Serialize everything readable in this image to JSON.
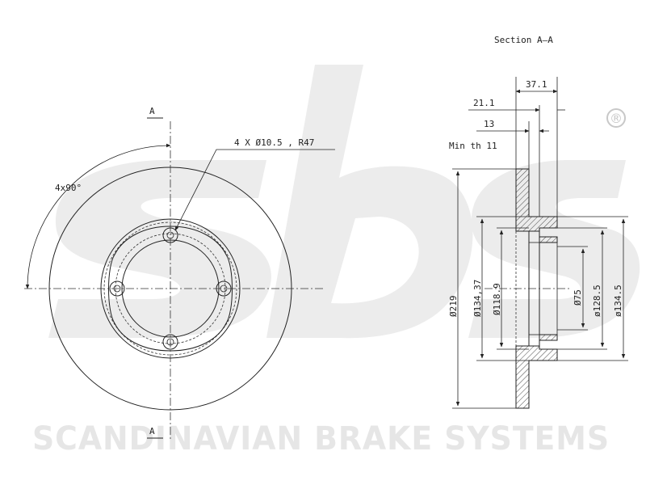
{
  "section_title": "Section A–A",
  "section_marks": [
    "A",
    "A"
  ],
  "holes_label": "4 X Ø10.5 , R47",
  "angle_label": "4x90°",
  "dimensions": {
    "d_37_1": "37.1",
    "d_21_1": "21.1",
    "d_13": "13",
    "min_thickness": "Min th 11",
    "dia_219": "Ø219",
    "dia_134_37": "Ø134,37",
    "dia_118_9": "Ø118.9",
    "dia_75": "Ø75",
    "dia_128_5": "ø128.5",
    "dia_134_5": "ø134.5"
  },
  "watermark": {
    "brand_text": "SCANDINAVIAN BRAKE SYSTEMS",
    "registered": "®",
    "color": "#e6e6e6"
  }
}
